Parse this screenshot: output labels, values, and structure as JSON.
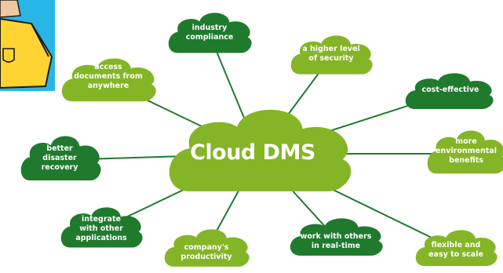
{
  "diagram": {
    "center": {
      "label": "Cloud DMS",
      "color": "#84b527"
    },
    "colors": {
      "dark": "#1f7a2e",
      "light": "#84b527",
      "line": "#1f7a2e"
    },
    "nodes": [
      {
        "id": "industry-compliance",
        "label": "industry\ncompliance",
        "shade": "dark"
      },
      {
        "id": "higher-security",
        "label": "a higher level\nof security",
        "shade": "light"
      },
      {
        "id": "cost-effective",
        "label": "cost-effective",
        "shade": "dark"
      },
      {
        "id": "environmental-benefits",
        "label": "more\nenvironmental\nbenefits",
        "shade": "light"
      },
      {
        "id": "flexible-scale",
        "label": "flexible and\neasy to scale",
        "shade": "light"
      },
      {
        "id": "work-with-others",
        "label": "work with others\nin real-time",
        "shade": "dark"
      },
      {
        "id": "productivity",
        "label": "company's\nproductivity",
        "shade": "light"
      },
      {
        "id": "integrate-apps",
        "label": "integrate\nwith other\napplications",
        "shade": "dark"
      },
      {
        "id": "disaster-recovery",
        "label": "better\ndisaster\nrecovery",
        "shade": "dark"
      },
      {
        "id": "access-documents",
        "label": "access\ndocuments from\nanywhere",
        "shade": "light"
      }
    ]
  }
}
